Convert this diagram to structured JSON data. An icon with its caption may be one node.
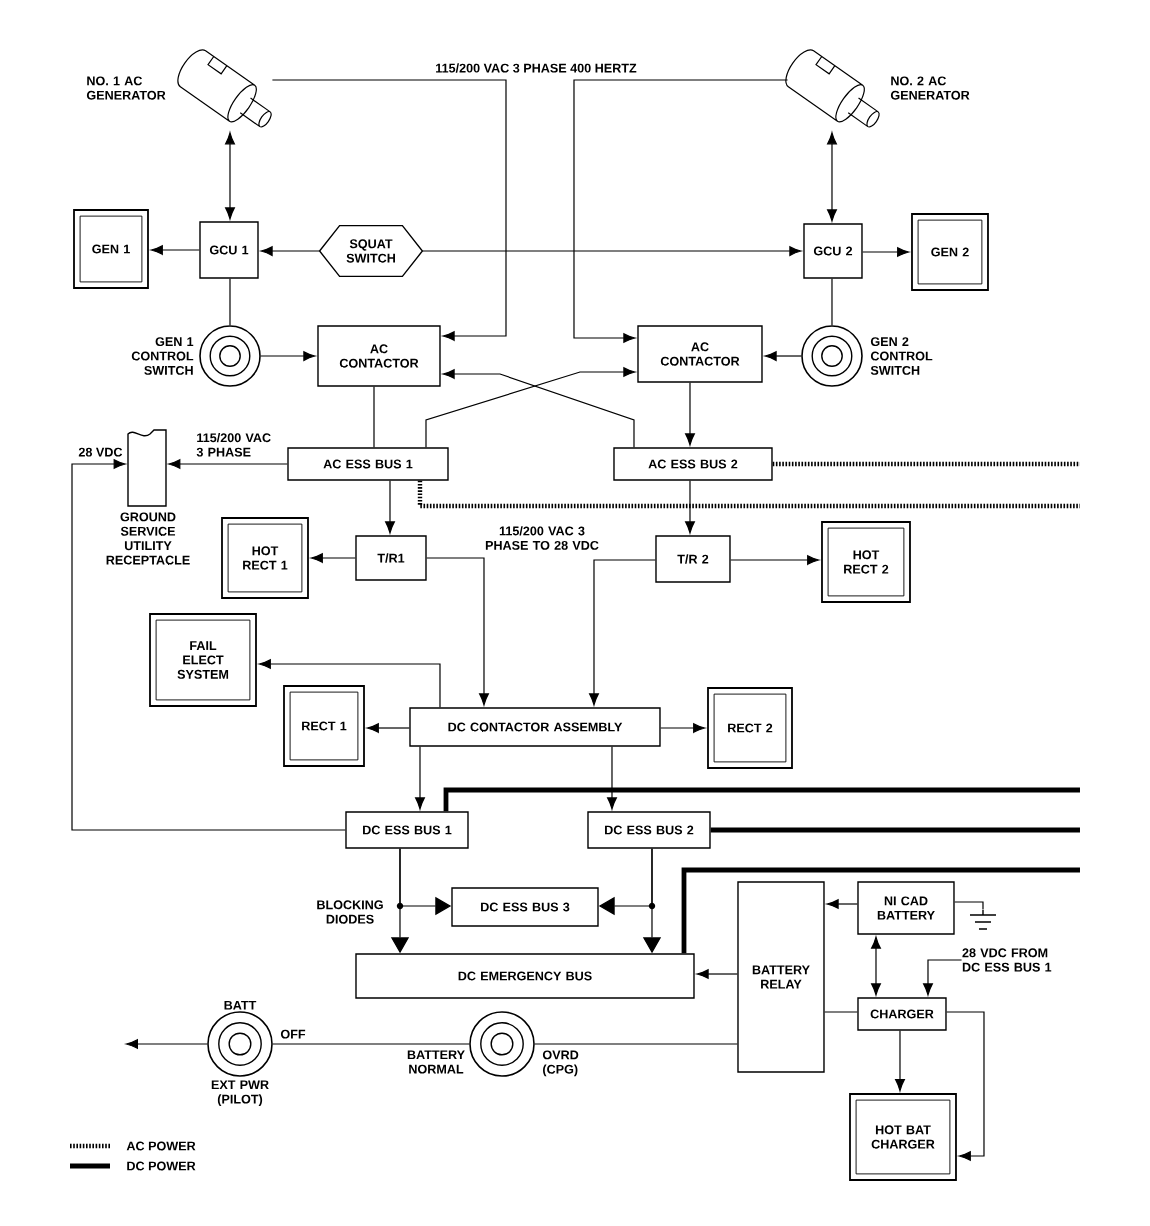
{
  "diagram": {
    "nodes": [
      {
        "text": [],
        "shape": "picture",
        "beside": [
          "NO. 1 AC GENERATOR"
        ]
      },
      {
        "text": [],
        "shape": "picture",
        "beside": [
          "NO. 2 AC GENERATOR"
        ]
      },
      {
        "text": [
          "GEN 1"
        ]
      },
      {
        "text": [
          "GCU 1"
        ]
      },
      {
        "text": [
          "SQUAT SWITCH"
        ]
      },
      {
        "text": [
          "GCU 2"
        ]
      },
      {
        "text": [
          "GEN 2"
        ]
      },
      {
        "text": [],
        "shape": "circle",
        "beside": [
          "GEN 1 CONTROL SWITCH"
        ]
      },
      {
        "text": [
          "AC CONTACTOR"
        ]
      },
      {
        "text": [
          "AC CONTACTOR"
        ]
      },
      {
        "text": [],
        "shape": "circle",
        "beside": [
          "GEN 2 CONTROL SWITCH"
        ]
      },
      {
        "text": [
          "AC ESS BUS 1"
        ]
      },
      {
        "text": [
          "AC ESS BUS 2"
        ]
      },
      {
        "text": [],
        "shape": "picture",
        "beside": [
          "GROUND SERVICE UTILITY RECEPTACLE"
        ]
      },
      {
        "text": [
          "T/R1"
        ]
      },
      {
        "text": [
          "HOT RECT 1"
        ]
      },
      {
        "text": [
          "T/R 2"
        ]
      },
      {
        "text": [
          "HOT RECT 2"
        ]
      },
      {
        "text": [
          "FAIL ELECT SYSTEM"
        ]
      },
      {
        "text": [
          "RECT 1"
        ]
      },
      {
        "text": [
          "DC CONTACTOR ASSEMBLY"
        ]
      },
      {
        "text": [
          "RECT 2"
        ]
      },
      {
        "text": [
          "DC ESS BUS 1"
        ]
      },
      {
        "text": [
          "DC ESS BUS 2"
        ]
      },
      {
        "text": [
          "DC ESS BUS 3"
        ]
      },
      {
        "text": [
          "DC EMERGENCY BUS"
        ]
      },
      {
        "text": [
          "BATTERY RELAY"
        ]
      },
      {
        "text": [
          "NI CAD BATTERY"
        ]
      },
      {
        "text": [
          "CHARGER"
        ]
      },
      {
        "text": [
          "HOT BAT CHARGER"
        ]
      },
      {
        "text": [],
        "shape": "circle",
        "beside": [
          "BATT",
          "OFF",
          "EXT PWR (PILOT)"
        ]
      },
      {
        "text": [],
        "shape": "circle",
        "beside": [
          "BATTERY NORMAL",
          "OVRD (CPG)"
        ]
      },
      {
        "text": [
          "28 VDC FROM DC ESS BUS 1"
        ]
      },
      {
        "text": [],
        "shape": "ground"
      }
    ],
    "edges": [
      {
        "from": 0,
        "to": 8,
        "arrow": "to"
      },
      {
        "from": 1,
        "to": 9,
        "arrow": "to"
      },
      {
        "from": 0,
        "to": 3,
        "arrow": "both"
      },
      {
        "from": 1,
        "to": 5,
        "arrow": "both"
      },
      {
        "from": 3,
        "to": 2,
        "arrow": "to"
      },
      {
        "from": 4,
        "to": 3,
        "arrow": "to"
      },
      {
        "from": 4,
        "to": 5,
        "arrow": "to"
      },
      {
        "from": 5,
        "to": 6,
        "arrow": "to"
      },
      {
        "from": 3,
        "to": 7,
        "arrow": "none"
      },
      {
        "from": 5,
        "to": 10,
        "arrow": "none"
      },
      {
        "from": 7,
        "to": 8,
        "arrow": "to"
      },
      {
        "from": 10,
        "to": 9,
        "arrow": "to"
      },
      {
        "from": 8,
        "to": 11,
        "arrow": "none"
      },
      {
        "from": 9,
        "to": 12,
        "arrow": "to"
      },
      {
        "from": 12,
        "to": 8,
        "arrow": "to"
      },
      {
        "from": 11,
        "to": 9,
        "arrow": "to"
      },
      {
        "from": 11,
        "to": 13,
        "arrow": "to",
        "label": "115/200 VAC 3 PHASE"
      },
      {
        "from": 22,
        "to": 13,
        "arrow": "to",
        "label": "28 VDC"
      },
      {
        "from": 11,
        "to": null,
        "arrow": "none",
        "style": "dashed"
      },
      {
        "from": 12,
        "to": null,
        "arrow": "none",
        "style": "dashed"
      },
      {
        "from": 11,
        "to": 14,
        "arrow": "to"
      },
      {
        "from": 12,
        "to": 16,
        "arrow": "to"
      },
      {
        "from": 14,
        "to": 15,
        "arrow": "to"
      },
      {
        "from": 16,
        "to": 17,
        "arrow": "to"
      },
      {
        "from": 14,
        "to": 20,
        "arrow": "to"
      },
      {
        "from": 16,
        "to": 20,
        "arrow": "to"
      },
      {
        "from": 20,
        "to": 19,
        "arrow": "to"
      },
      {
        "from": 20,
        "to": 21,
        "arrow": "to"
      },
      {
        "from": 20,
        "to": 18,
        "arrow": "to"
      },
      {
        "from": 20,
        "to": 22,
        "arrow": "to"
      },
      {
        "from": 20,
        "to": 23,
        "arrow": "to"
      },
      {
        "from": 22,
        "to": null,
        "arrow": "none",
        "style": "thick"
      },
      {
        "from": 23,
        "to": null,
        "arrow": "none",
        "style": "thick"
      },
      {
        "from": 25,
        "to": null,
        "arrow": "none",
        "style": "thick"
      },
      {
        "from": 22,
        "to": 24,
        "arrow": "to"
      },
      {
        "from": 22,
        "to": 25,
        "arrow": "to"
      },
      {
        "from": 23,
        "to": 24,
        "arrow": "to"
      },
      {
        "from": 23,
        "to": 25,
        "arrow": "to"
      },
      {
        "from": 26,
        "to": 25,
        "arrow": "to"
      },
      {
        "from": 27,
        "to": 26,
        "arrow": "to"
      },
      {
        "from": 27,
        "to": 33,
        "arrow": "none"
      },
      {
        "from": 27,
        "to": 28,
        "arrow": "both"
      },
      {
        "from": 32,
        "to": 28,
        "arrow": "to"
      },
      {
        "from": 28,
        "to": 26,
        "arrow": "none"
      },
      {
        "from": 28,
        "to": 29,
        "arrow": "to"
      },
      {
        "from": 28,
        "to": 29,
        "arrow": "to"
      },
      {
        "from": 30,
        "to": 31,
        "arrow": "none"
      },
      {
        "from": 31,
        "to": 26,
        "arrow": "none"
      },
      {
        "from": 30,
        "to": null,
        "arrow": "to"
      }
    ],
    "labels": [
      "115/200 VAC 3 PHASE 400 HERTZ",
      "115/200 VAC 3 PHASE TO 28 VDC",
      "BLOCKING DIODES"
    ],
    "legend": [
      {
        "text": "AC POWER"
      },
      {
        "text": "DC POWER"
      }
    ]
  }
}
